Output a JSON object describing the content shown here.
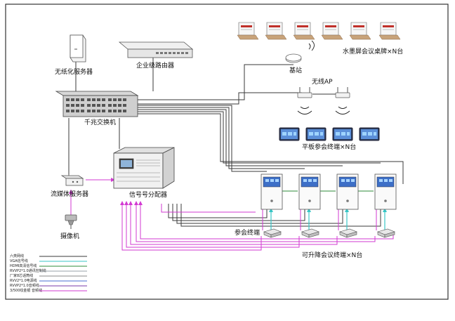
{
  "labels": {
    "paperless_server": "无纸化服务器",
    "router": "企业级路由器",
    "switch": "千兆交换机",
    "base_station": "基站",
    "wireless_ap": "无线AP",
    "eink_nameplate": "水墨屏会议桌牌×N台",
    "tablet_terminal": "平板参会终端×N台",
    "streaming_server": "流媒体服务器",
    "signal_distributor": "信号号分配器",
    "camera": "摄像机",
    "participant_terminal": "参会终端",
    "lift_terminal": "可升降会议终端×N台"
  },
  "legend": [
    {
      "label": "六类网线",
      "color": "#3a3a3a"
    },
    {
      "label": "VGA信号线",
      "color": "#38c6c6"
    },
    {
      "label": "HDMI高清信号线",
      "color": "#2e8b3a"
    },
    {
      "label": "RVVP2*1.0通讯控制线",
      "color": "#9aa2aa"
    },
    {
      "label": "厂家8芯话筒线",
      "color": "#8a8a8a"
    },
    {
      "label": "RVV2*1.0电源线",
      "color": "#4a6fd0"
    },
    {
      "label": "RVVP2*1.0音频线",
      "color": "#7a3aa8"
    },
    {
      "label": "3/500纹金银 音频线",
      "color": "#d23ad2"
    }
  ],
  "colors": {
    "network": "#3a3a3a",
    "vga": "#38c6c6",
    "hdmi": "#2e8b3a",
    "audio": "#d23ad2",
    "eink_red": "#c0302a"
  }
}
